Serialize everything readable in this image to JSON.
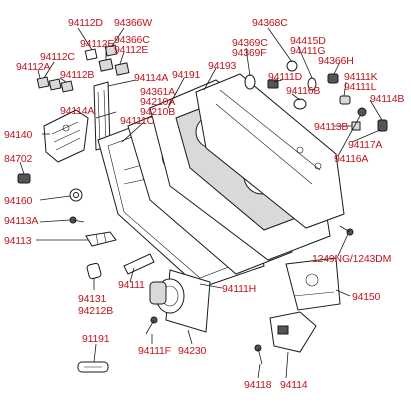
{
  "diagram": {
    "labels": {
      "l94112D": "94112D",
      "l94366W": "94366W",
      "l94112E": "94112E",
      "l94366C": "94366C",
      "l94112E_2": "94112E",
      "l94112C": "94112C",
      "l94112A": "94112A",
      "l94112B": "94112B",
      "l94114A_top": "94114A",
      "l94191": "94191",
      "l94193": "94193",
      "l94368C": "94368C",
      "l94369C": "94369C",
      "l94369F": "94369F",
      "l94415D": "94415D",
      "l94411G": "94411G",
      "l94366H": "94366H",
      "l94111D": "94111D",
      "l94116B": "94116B",
      "l94111K": "94111K",
      "l94111L": "94111L",
      "l94114B": "94114B",
      "l94361A": "94361A",
      "l94210A": "94210A",
      "l94210B": "94210B",
      "l94114A_mid": "94114A",
      "l94111C": "94111C",
      "l94140": "94140",
      "l94113B": "94113B",
      "l94117A": "94117A",
      "l94116A": "94116A",
      "l84702": "84702",
      "l94160": "94160",
      "l94113A": "94113A",
      "l94113": "94113",
      "l1249NG": "1249NG/1243DM",
      "l94111": "94111",
      "l94111H": "94111H",
      "l94150": "94150",
      "l94131": "94131",
      "l94212B": "94212B",
      "l94111F": "94111F",
      "l94230": "94230",
      "l91191": "91191",
      "l94118": "94118",
      "l94114": "94114"
    }
  }
}
